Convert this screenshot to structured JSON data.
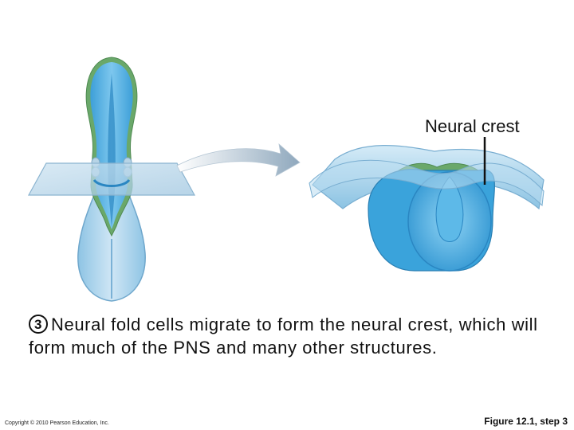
{
  "labels": {
    "neural_crest": "Neural crest"
  },
  "caption": {
    "step_number": "3",
    "text": "Neural fold cells migrate to form the neural crest, which will form much of the PNS and many other structures."
  },
  "footer": {
    "copyright": "Copyright © 2010 Pearson Education, Inc.",
    "figure_ref": "Figure 12.1, step 3"
  },
  "colors": {
    "embryo_blue": "#3fa9dc",
    "embryo_light": "#a7d3ee",
    "neural_fold_green": "#6aa86a",
    "ectoderm_pale": "#bfe0f2",
    "arrow_gray": "#9fb3c4"
  }
}
